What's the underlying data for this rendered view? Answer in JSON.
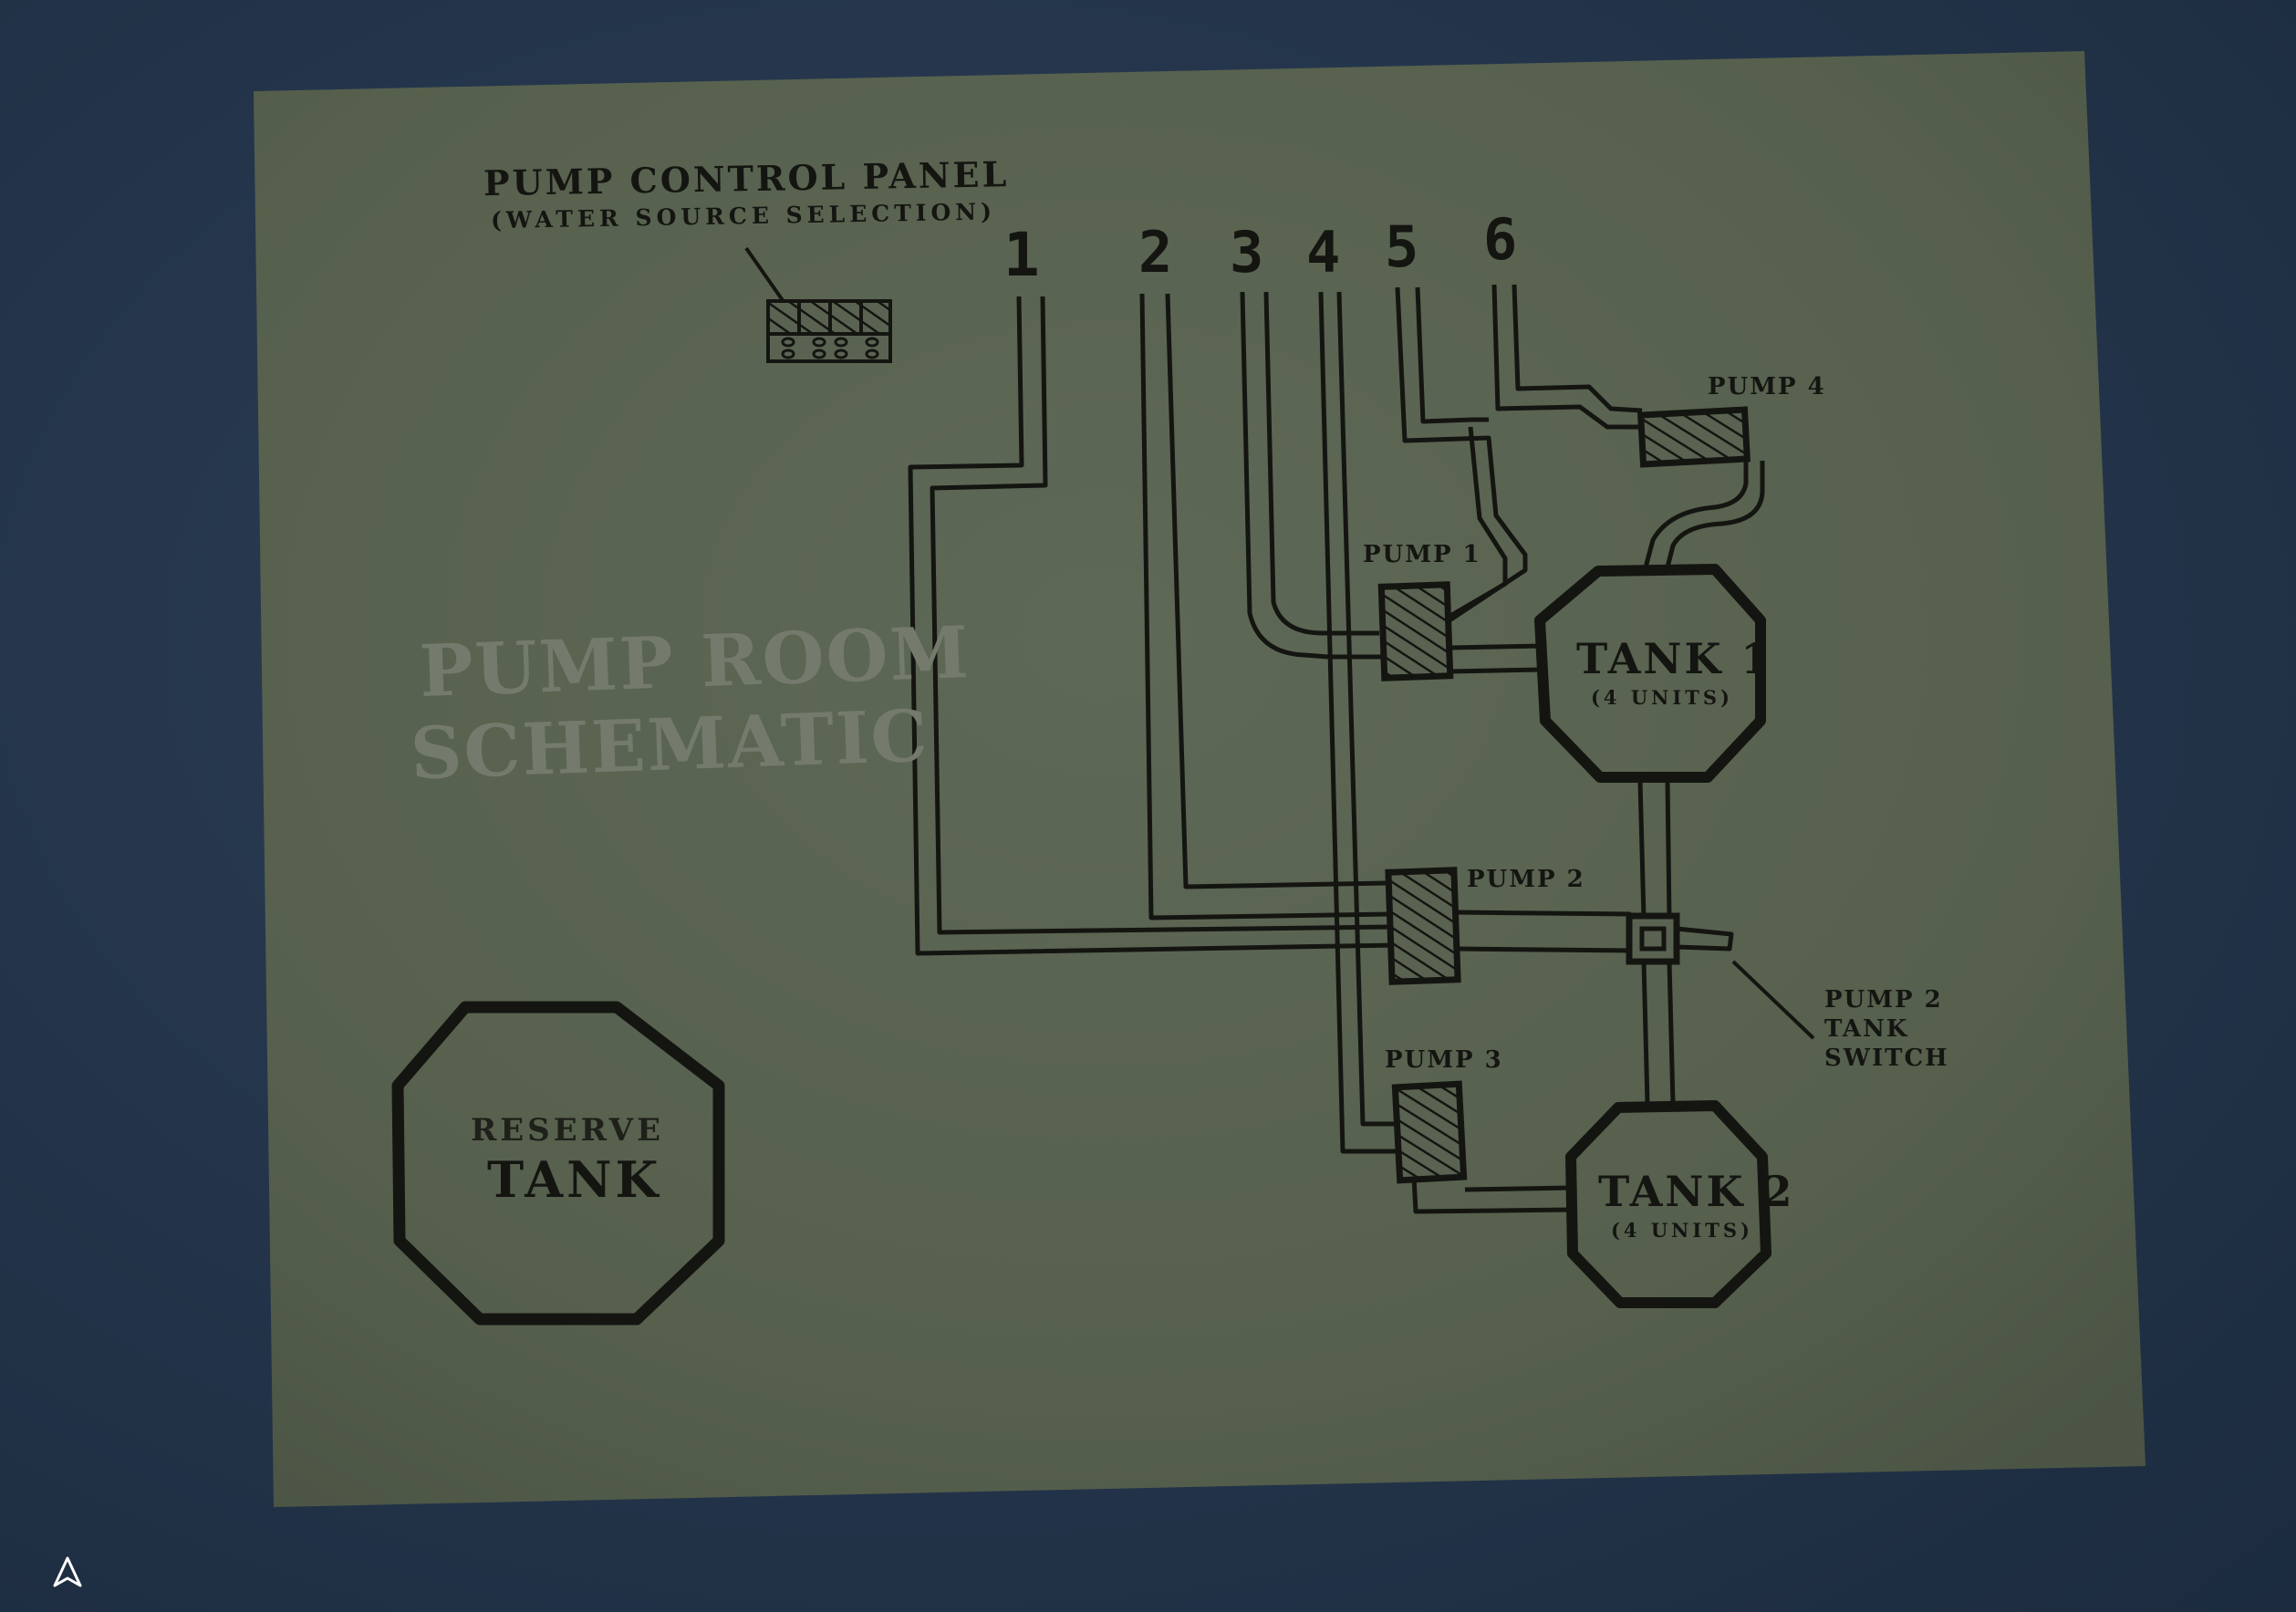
{
  "schematic": {
    "title_line1": "PUMP ROOM",
    "title_line2": "SCHEMATIC",
    "panel_title": "PUMP CONTROL PANEL",
    "panel_subtitle": "(WATER SOURCE SELECTION)",
    "sources": [
      "1",
      "2",
      "3",
      "4",
      "5",
      "6"
    ],
    "pump1": "PUMP 1",
    "pump2": "PUMP 2",
    "pump3": "PUMP 3",
    "pump4": "PUMP 4",
    "tank1_name": "TANK 1",
    "tank1_capacity": "(4 UNITS)",
    "tank2_name": "TANK 2",
    "tank2_capacity": "(4 UNITS)",
    "switch_line1": "PUMP 2",
    "switch_line2": "TANK",
    "switch_line3": "SWITCH",
    "reserve_line1": "RESERVE",
    "reserve_line2": "TANK"
  },
  "colors": {
    "paper": "#57604f",
    "ink": "#141511",
    "faded_ink": "#6f7667",
    "background": "#23344a"
  },
  "hud": {
    "cursor_icon": "arrow-cursor-icon"
  }
}
